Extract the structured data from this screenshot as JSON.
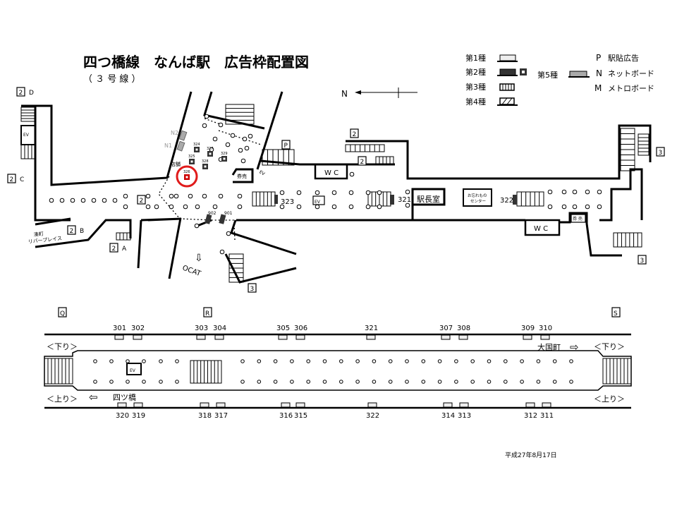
{
  "header": {
    "title": "四つ橋線　なんば駅　広告枠配置図",
    "subtitle": "（ ３ 号 線 ）"
  },
  "legend": {
    "type1": "第1種",
    "type2": "第2種",
    "type3": "第3種",
    "type4": "第4種",
    "type5": "第5種",
    "p_key": "P",
    "p_label": "駅貼広告",
    "n_key": "N",
    "n_label": "ネットボード",
    "m_key": "M",
    "m_label": "メトロボード"
  },
  "compass": {
    "north": "N"
  },
  "map": {
    "exits": {
      "d_num": "2",
      "d": "D",
      "c_num": "2",
      "c": "C",
      "b_num": "2",
      "b": "B",
      "a_num": "2",
      "a": "A",
      "mid": "2",
      "ne1": "2",
      "ne2": "2",
      "e1": "3",
      "e2": "3",
      "e3": "3",
      "p": "P"
    },
    "ads": {
      "n1": "N1",
      "n2": "N2",
      "a324": "324",
      "a327": "327",
      "a329": "329",
      "a325": "325",
      "a328": "328",
      "a326": "326",
      "a902": "902",
      "a901": "901",
      "a323": "323",
      "a321": "321",
      "a322": "322"
    },
    "rooms": {
      "wc1": "W C",
      "wc2": "W C",
      "station_master": "駅長室",
      "lost_found_1": "お忘れもの",
      "lost_found_2": "センター",
      "ticket1": "券売",
      "ticket2": "券 売",
      "ev": "EV",
      "shop": "店舗"
    },
    "places": {
      "minatomachi_1": "湊町",
      "minatomachi_2": "リバープレイス",
      "ocat": "OCAT"
    },
    "highlight_color": "#e01b1b"
  },
  "platform": {
    "exits": {
      "q": "Q",
      "r": "R",
      "s": "S"
    },
    "top_ads": [
      "301",
      "302",
      "303",
      "304",
      "305",
      "306",
      "321",
      "307",
      "308",
      "309",
      "310"
    ],
    "bottom_ads": [
      "320",
      "319",
      "318",
      "317",
      "316",
      "315",
      "322",
      "314",
      "313",
      "312",
      "311"
    ],
    "down_left": "＜下り＞",
    "down_right": "＜下り＞",
    "up_left": "＜上り＞",
    "up_right": "＜上り＞",
    "toward_daikokucho": "大国町",
    "toward_yotsubashi": "四ツ橋",
    "ev": "EV"
  },
  "footer": {
    "date": "平成27年8月17日"
  }
}
